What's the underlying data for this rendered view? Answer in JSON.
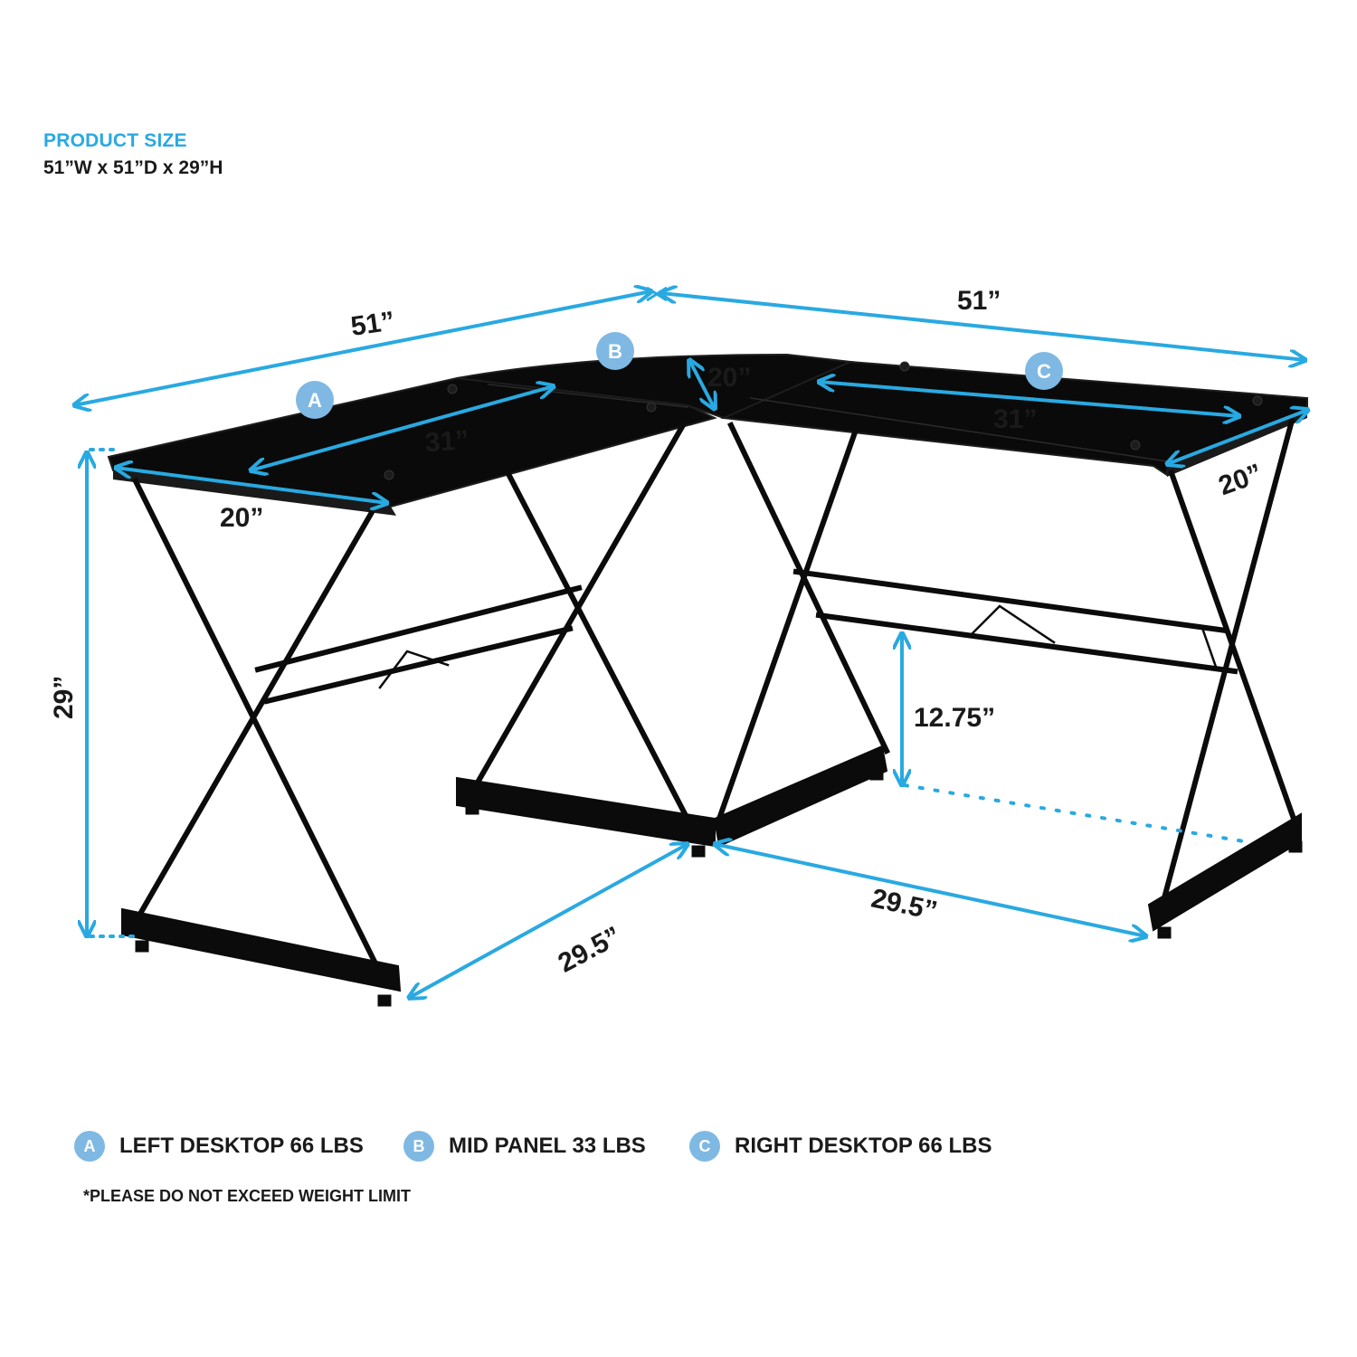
{
  "header": {
    "title": "PRODUCT SIZE",
    "size": "51”W x 51”D x 29”H"
  },
  "colors": {
    "accent": "#29a9e1",
    "badge": "#7fb9e3",
    "frame": "#0b0b0b"
  },
  "dimensions": {
    "left_width": "51”",
    "right_width": "51”",
    "height": "29”",
    "left_length": "31”",
    "left_depth": "20”",
    "mid_depth": "20”",
    "right_length": "31”",
    "right_depth": "20”",
    "shelf_height": "12.75”",
    "base_left": "29.5”",
    "base_right": "29.5”"
  },
  "badges": {
    "a": "A",
    "b": "B",
    "c": "C"
  },
  "legend": [
    {
      "badge": "A",
      "label": "LEFT DESKTOP 66 LBS"
    },
    {
      "badge": "B",
      "label": "MID PANEL 33 LBS"
    },
    {
      "badge": "C",
      "label": "RIGHT DESKTOP 66 LBS"
    }
  ],
  "note": "*PLEASE DO NOT EXCEED WEIGHT LIMIT"
}
